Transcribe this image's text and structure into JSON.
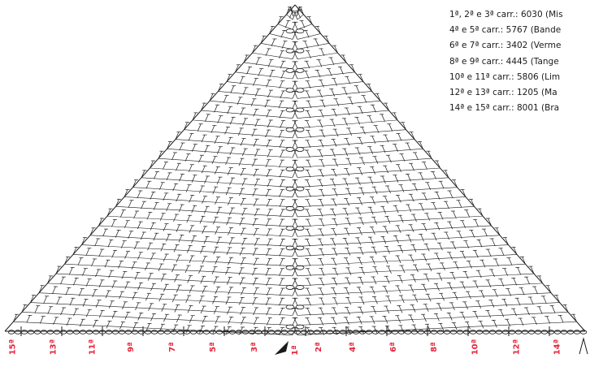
{
  "legend": [
    "1ª, 2ª e 3ª carr.: 6030 (Mis",
    "4ª e 5ª carr.: 5767 (Bande",
    "6ª e 7ª carr.: 3402 (Verme",
    "8ª e 9ª carr.: 4445 (Tange",
    "10ª e 11ª carr.: 5806 (Lim",
    "12ª e 13ª carr.: 1205 (Ma",
    "14ª e 15ª carr.: 8001 (Bra"
  ],
  "row_labels_left": [
    "15ª",
    "13ª",
    "11ª",
    "9ª",
    "7ª",
    "5ª",
    "3ª"
  ],
  "row_labels_right": [
    "1ª",
    "2ª",
    "4ª",
    "6ª",
    "8ª",
    "10ª",
    "12ª",
    "14ª"
  ],
  "colors": {
    "ink": "#1a1a1a",
    "label": "#e3263b",
    "background": "#ffffff"
  }
}
